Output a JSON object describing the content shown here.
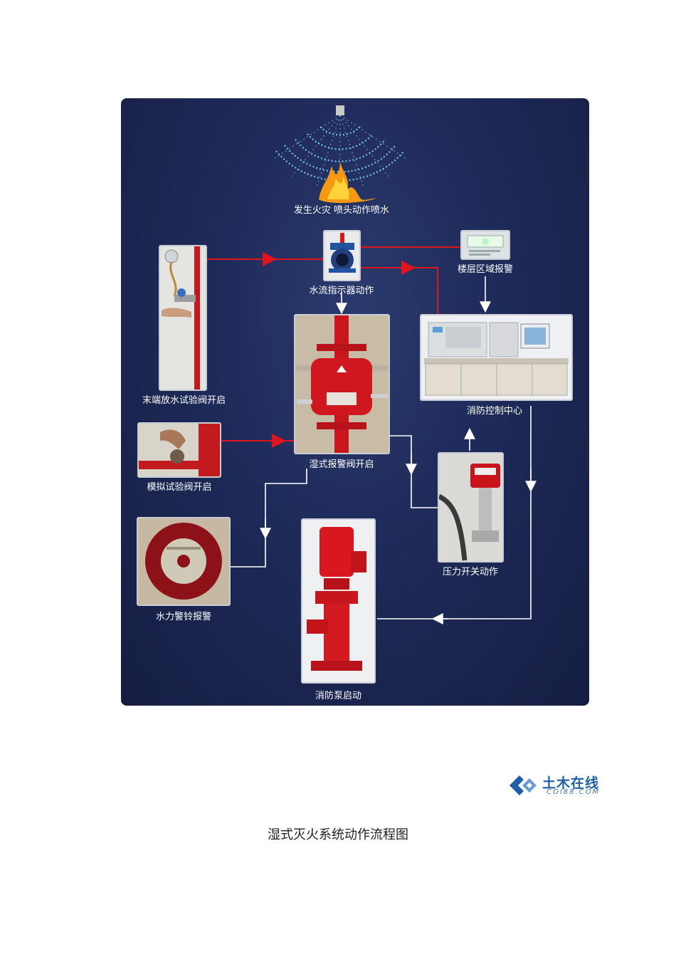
{
  "diagram": {
    "nodes": {
      "fire": {
        "label": "发生火灾  喷头动作喷水"
      },
      "flow_indicator": {
        "label": "水流指示器动作"
      },
      "floor_alarm": {
        "label": "楼层区域报警"
      },
      "end_valve": {
        "label": "末端放水试验阀开启"
      },
      "wet_alarm_valve": {
        "label": "湿式报警阀开启"
      },
      "control_center": {
        "label": "消防控制中心"
      },
      "sim_valve": {
        "label": "模拟试验阀开启"
      },
      "pressure_switch": {
        "label": "压力开关动作"
      },
      "water_bell": {
        "label": "水力警铃报警"
      },
      "fire_pump": {
        "label": "消防泵启动"
      }
    },
    "colors": {
      "arrow_red": "#e0141c",
      "arrow_white": "#ffffff",
      "panel": "#1e2a58"
    }
  },
  "logo": {
    "brand": "土木在线",
    "domain": "COI88.COM"
  },
  "caption": "湿式灭火系统动作流程图"
}
